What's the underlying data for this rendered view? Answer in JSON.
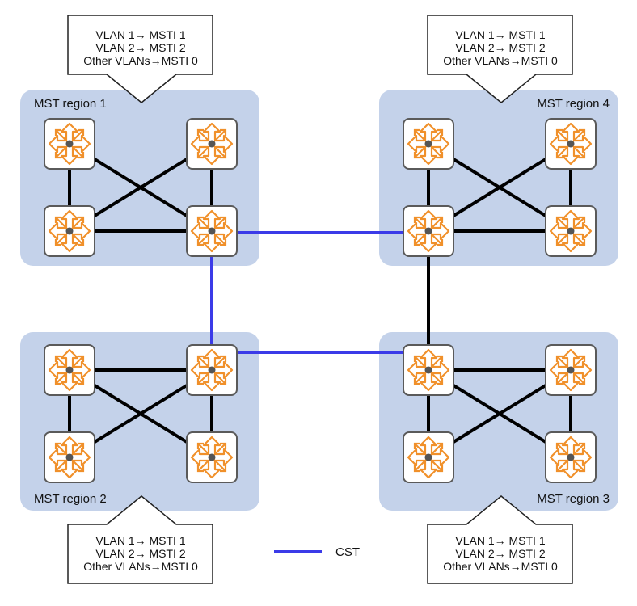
{
  "regions": [
    {
      "id": "r1",
      "label": "MST region 1"
    },
    {
      "id": "r4",
      "label": "MST region 4"
    },
    {
      "id": "r2",
      "label": "MST region 2"
    },
    {
      "id": "r3",
      "label": "MST region 3"
    }
  ],
  "mappings": {
    "line1": "VLAN 1→ MSTI 1",
    "line2": "VLAN 2→ MSTI 2",
    "line3": "Other VLANs→MSTI 0"
  },
  "legend": {
    "label": "CST"
  },
  "colors": {
    "region_fill": "#c4d2ea",
    "cst_link": "#3b3be8",
    "intra_link": "#000000",
    "switch_icon": "#f0902a",
    "switch_border": "#555555"
  },
  "icons": {
    "switch": "switch-icon"
  }
}
